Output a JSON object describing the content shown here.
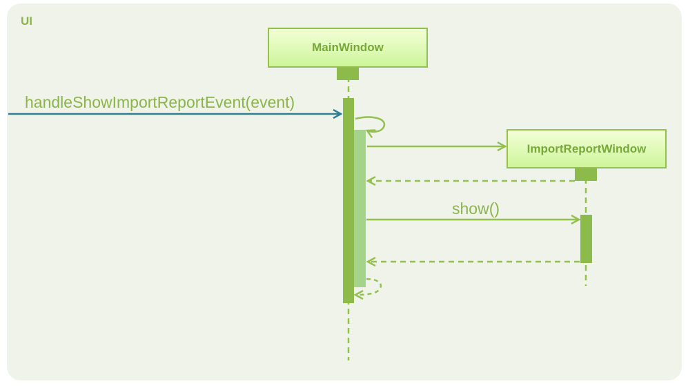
{
  "frame": {
    "label": "UI"
  },
  "participants": {
    "main_window": "MainWindow",
    "import_report_window": "ImportReportWindow"
  },
  "messages": {
    "incoming_call": "handleShowImportReportEvent(event)",
    "show_call": "show()"
  },
  "colors": {
    "frame_background": "#f0f3ea",
    "diagram_green": "#93c04f",
    "activation_dark": "#8cba4b",
    "activation_light": "#a6d38a",
    "incoming_arrow": "#2f7f94",
    "participant_fill_top": "#f3ffd8",
    "participant_fill_bottom": "#cdf59a"
  }
}
